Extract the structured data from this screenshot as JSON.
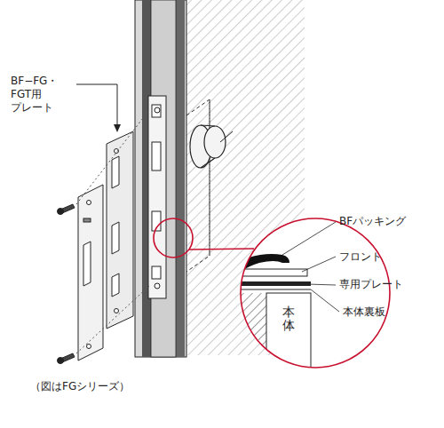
{
  "diagram": {
    "caption": "（図はFGシリーズ）",
    "labels": [
      "BF−FG・FGT用 プレート",
      "BFパッキング",
      "フロント",
      "専用プレート",
      "本体裏板",
      "本体"
    ]
  }
}
